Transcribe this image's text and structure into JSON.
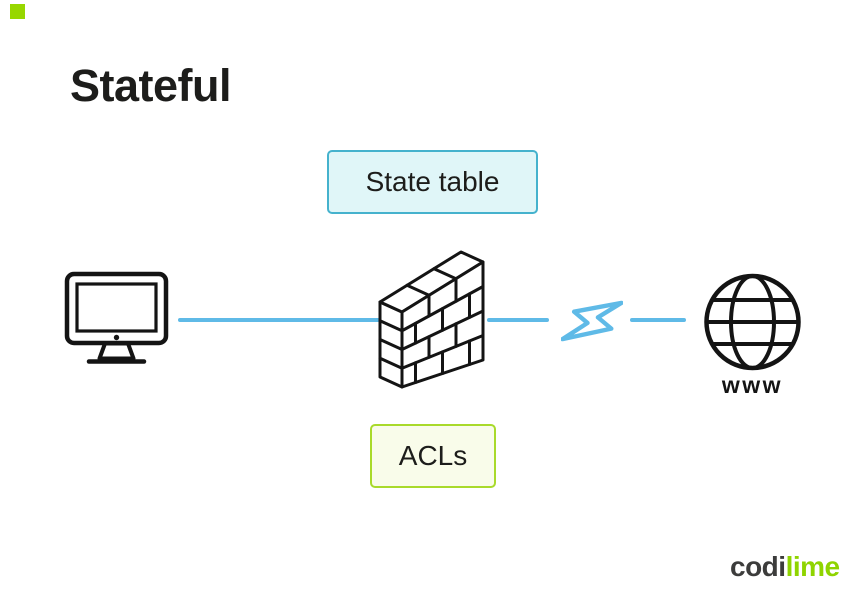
{
  "title": "Stateful",
  "nodes": {
    "state_table": {
      "label": "State table",
      "bg": "#e0f6f8",
      "border": "#45b2cd"
    },
    "acls": {
      "label": "ACLs",
      "bg": "#f9fcea",
      "border": "#a9da2b"
    },
    "internet": {
      "label": "www"
    }
  },
  "icons": {
    "client": "desktop-monitor-icon",
    "firewall": "brick-wall-icon",
    "break": "lightning-bolt-icon",
    "internet": "globe-icon"
  },
  "colors": {
    "connection_line": "#5fbae7",
    "icon_stroke": "#141414",
    "title_color": "#1d1d1b",
    "corner_square": "#97d700"
  },
  "logo": {
    "part1": "codi",
    "part2": "lime",
    "part1_color": "#3c3c3b",
    "part2_color": "#8fd400"
  }
}
